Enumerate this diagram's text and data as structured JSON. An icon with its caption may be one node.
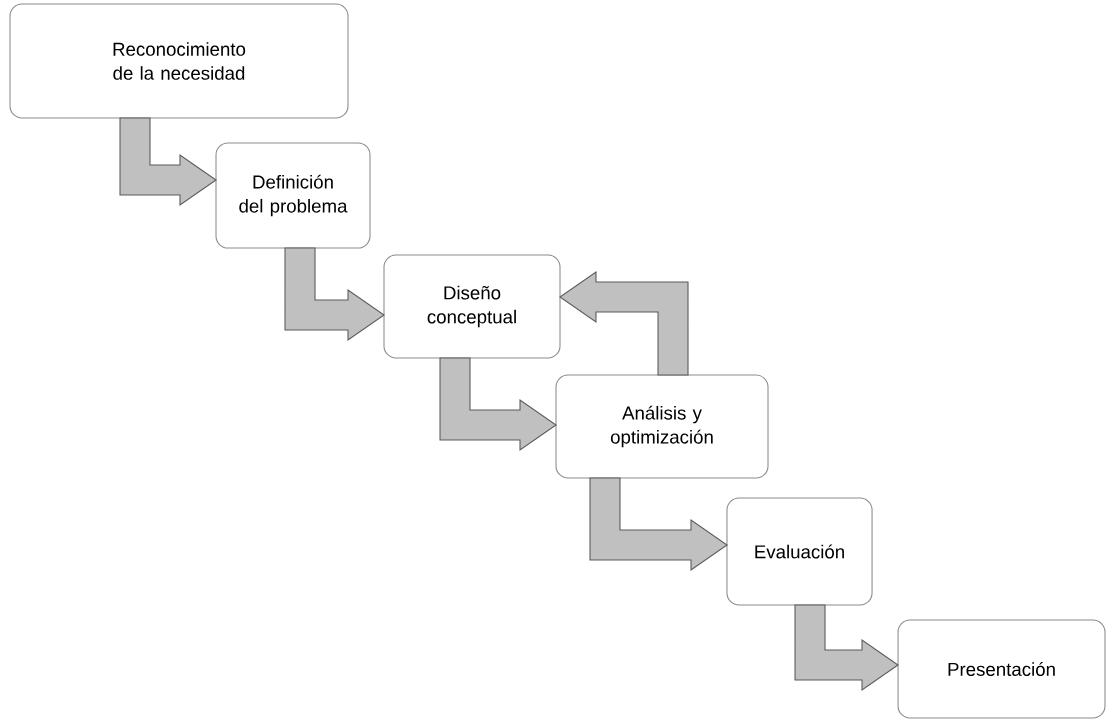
{
  "diagram": {
    "nodes": [
      {
        "text": [
          "Reconocimiento de la necesidad"
        ]
      },
      {
        "text": [
          "Definición del problema"
        ]
      },
      {
        "text": [
          "Diseño conceptual"
        ]
      },
      {
        "text": [
          "Análisis y optimización"
        ]
      },
      {
        "text": [
          "Evaluación"
        ]
      },
      {
        "text": [
          "Presentación"
        ]
      }
    ],
    "edges": [
      {
        "from": 0,
        "to": 1,
        "arrow": "to"
      },
      {
        "from": 1,
        "to": 2,
        "arrow": "to"
      },
      {
        "from": 2,
        "to": 3,
        "arrow": "to"
      },
      {
        "from": 3,
        "to": 4,
        "arrow": "to"
      },
      {
        "from": 4,
        "to": 5,
        "arrow": "to"
      },
      {
        "from": 3,
        "to": 2,
        "arrow": "to"
      }
    ]
  }
}
